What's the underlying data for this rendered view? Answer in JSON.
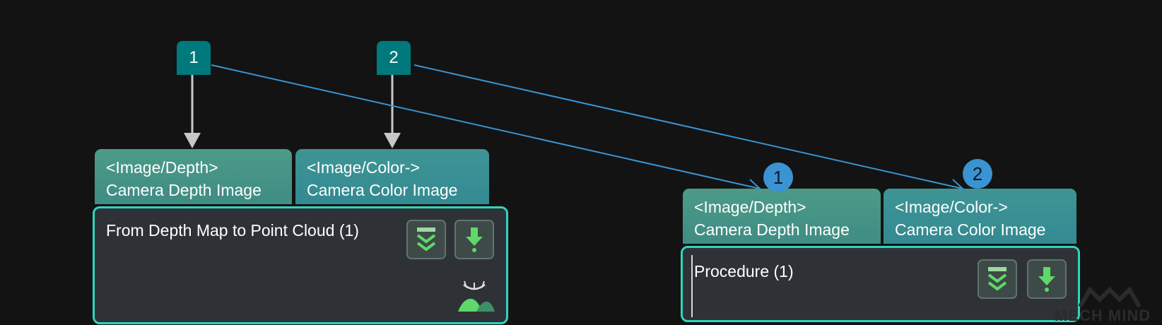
{
  "source_ports": [
    {
      "label": "1"
    },
    {
      "label": "2"
    }
  ],
  "nodes": [
    {
      "title": "From Depth Map to Point Cloud (1)",
      "inputs": [
        {
          "type": "<Image/Depth>",
          "name": "Camera Depth Image"
        },
        {
          "type": "<Image/Color->",
          "name": "Camera Color Image"
        }
      ],
      "buttons": [
        {
          "icon": "double-chevron-down-icon"
        },
        {
          "icon": "download-arrow-icon"
        }
      ],
      "status_icon": "visualization-hidden-icon"
    },
    {
      "title": "Procedure (1)",
      "inputs": [
        {
          "type": "<Image/Depth>",
          "name": "Camera Depth Image",
          "badge": "1"
        },
        {
          "type": "<Image/Color->",
          "name": "Camera Color Image",
          "badge": "2"
        }
      ],
      "buttons": [
        {
          "icon": "double-chevron-down-icon"
        },
        {
          "icon": "download-arrow-icon"
        }
      ]
    }
  ],
  "watermark": "MECH MIND",
  "colors": {
    "background": "#131313",
    "node_border": "#2ed5bd",
    "node_body": "#2e3237",
    "source_port": "#00797c",
    "link_blue": "#3a93d2",
    "link_gray": "#c8c8c8",
    "icon_green": "#5fd86a"
  }
}
